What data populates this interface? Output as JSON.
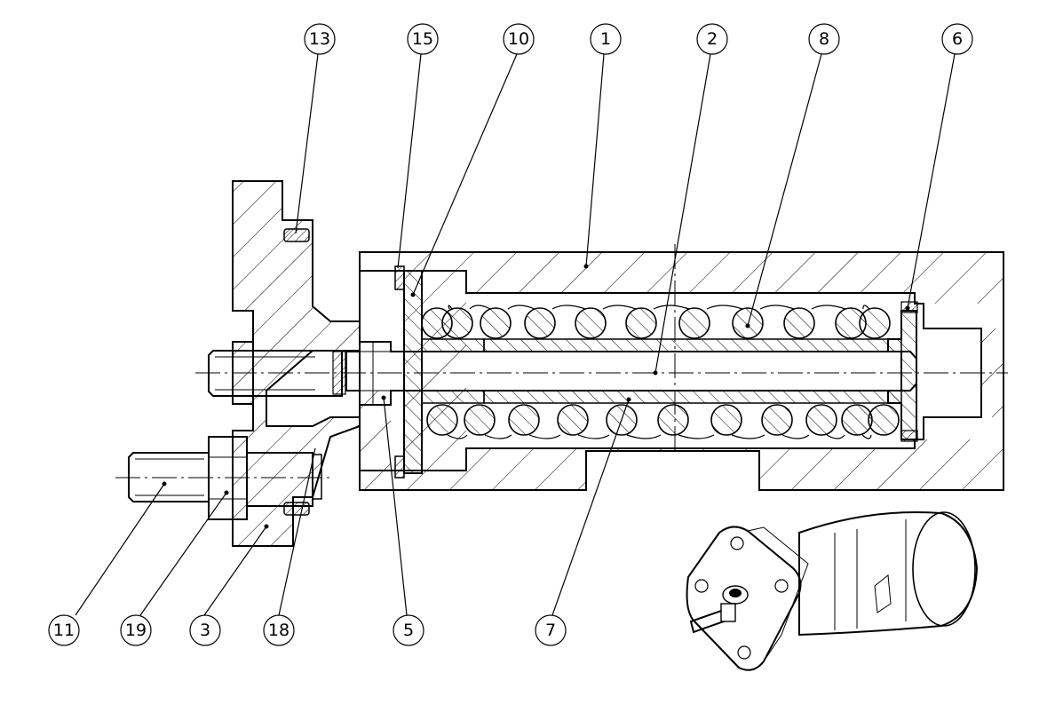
{
  "drawing": {
    "callouts": [
      {
        "id": "c13",
        "label": "13"
      },
      {
        "id": "c15",
        "label": "15"
      },
      {
        "id": "c10",
        "label": "10"
      },
      {
        "id": "c1",
        "label": "1"
      },
      {
        "id": "c2",
        "label": "2"
      },
      {
        "id": "c8",
        "label": "8"
      },
      {
        "id": "c6",
        "label": "6"
      },
      {
        "id": "c11",
        "label": "11"
      },
      {
        "id": "c19",
        "label": "19"
      },
      {
        "id": "c3",
        "label": "3"
      },
      {
        "id": "c18",
        "label": "18"
      },
      {
        "id": "c5",
        "label": "5"
      },
      {
        "id": "c7",
        "label": "7"
      }
    ]
  }
}
